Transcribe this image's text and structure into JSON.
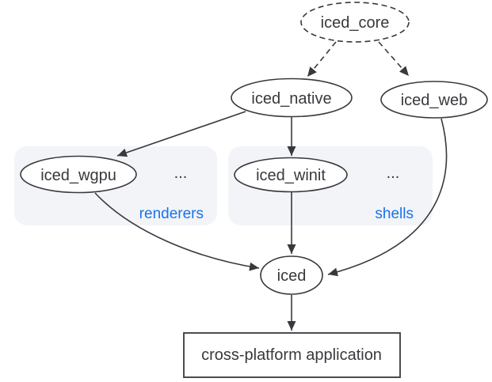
{
  "diagram": {
    "nodes": {
      "iced_core": {
        "label": "iced_core",
        "shape": "ellipse",
        "border": "dashed"
      },
      "iced_native": {
        "label": "iced_native",
        "shape": "ellipse",
        "border": "solid"
      },
      "iced_web": {
        "label": "iced_web",
        "shape": "ellipse",
        "border": "solid"
      },
      "iced_wgpu": {
        "label": "iced_wgpu",
        "shape": "ellipse",
        "border": "solid",
        "group": "renderers"
      },
      "iced_winit": {
        "label": "iced_winit",
        "shape": "ellipse",
        "border": "solid",
        "group": "shells"
      },
      "iced": {
        "label": "iced",
        "shape": "ellipse",
        "border": "solid"
      },
      "app": {
        "label": "cross-platform application",
        "shape": "rectangle",
        "border": "solid"
      }
    },
    "groups": {
      "renderers": {
        "label": "renderers",
        "ellipsis": "...",
        "label_color": "#1a73e8"
      },
      "shells": {
        "label": "shells",
        "ellipsis": "...",
        "label_color": "#1a73e8"
      }
    },
    "edges": [
      {
        "from": "iced_core",
        "to": "iced_native",
        "style": "dashed",
        "arrow": true
      },
      {
        "from": "iced_core",
        "to": "iced_web",
        "style": "dashed",
        "arrow": true
      },
      {
        "from": "iced_native",
        "to": "iced_wgpu",
        "style": "solid",
        "arrow": true
      },
      {
        "from": "iced_native",
        "to": "iced_winit",
        "style": "solid",
        "arrow": true
      },
      {
        "from": "iced_wgpu",
        "to": "iced",
        "style": "solid",
        "arrow": true
      },
      {
        "from": "iced_winit",
        "to": "iced",
        "style": "solid",
        "arrow": true
      },
      {
        "from": "iced_web",
        "to": "iced",
        "style": "solid",
        "arrow": true
      },
      {
        "from": "iced",
        "to": "app",
        "style": "solid",
        "arrow": true
      }
    ],
    "colors": {
      "stroke": "#37393d",
      "text": "#37393d",
      "group_fill": "#f2f4f8",
      "group_label": "#1a73e8",
      "background": "#ffffff"
    }
  }
}
